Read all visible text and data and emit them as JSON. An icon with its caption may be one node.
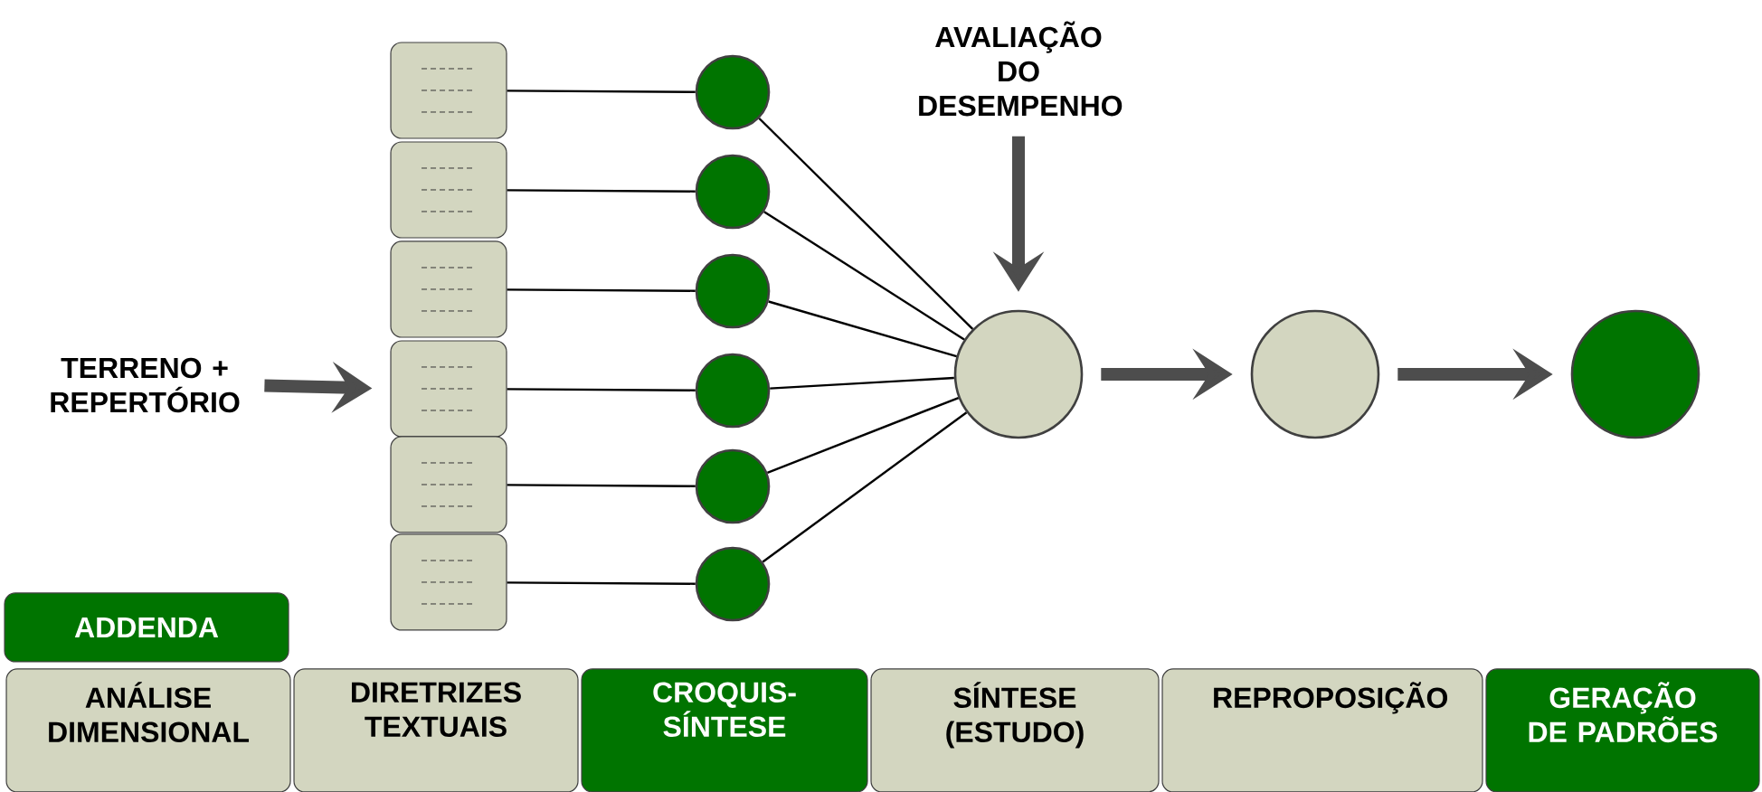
{
  "diagram": {
    "nodes": [
      {
        "text": [
          "TERRENO + REPERTÓRIO"
        ]
      },
      {
        "text": [],
        "shape": "box"
      },
      {
        "text": [],
        "shape": "box"
      },
      {
        "text": [],
        "shape": "box"
      },
      {
        "text": [],
        "shape": "box"
      },
      {
        "text": [],
        "shape": "box"
      },
      {
        "text": [],
        "shape": "box"
      },
      {
        "text": [],
        "shape": "circle"
      },
      {
        "text": [],
        "shape": "circle"
      },
      {
        "text": [],
        "shape": "circle"
      },
      {
        "text": [],
        "shape": "circle"
      },
      {
        "text": [],
        "shape": "circle"
      },
      {
        "text": [],
        "shape": "circle"
      },
      {
        "text": [],
        "shape": "circle"
      },
      {
        "text": [
          "AVALIAÇÃO DO DESEMPENHO"
        ]
      },
      {
        "text": [],
        "shape": "circle"
      },
      {
        "text": [],
        "shape": "circle"
      },
      {
        "text": [
          "ADDENDA"
        ]
      },
      {
        "text": [
          "ANÁLISE DIMENSIONAL"
        ]
      },
      {
        "text": [
          "DIRETRIZES TEXTUAIS"
        ]
      },
      {
        "text": [
          "CROQUIS-SÍNTESE"
        ]
      },
      {
        "text": [
          "SÍNTESE (ESTUDO)"
        ]
      },
      {
        "text": [
          "REPROPOSIÇÃO"
        ]
      },
      {
        "text": [
          "GERAÇÃO DE PADRÕES"
        ]
      }
    ],
    "edges": [
      {
        "from": 0,
        "to": 4,
        "arrow": "to",
        "style": "thick",
        "color": "#4d4d4d"
      },
      {
        "from": 1,
        "to": 7,
        "arrow": "none"
      },
      {
        "from": 2,
        "to": 8,
        "arrow": "none"
      },
      {
        "from": 3,
        "to": 9,
        "arrow": "none"
      },
      {
        "from": 4,
        "to": 10,
        "arrow": "none"
      },
      {
        "from": 5,
        "to": 11,
        "arrow": "none"
      },
      {
        "from": 6,
        "to": 12,
        "arrow": "none"
      },
      {
        "from": 7,
        "to": 13,
        "arrow": "none"
      },
      {
        "from": 8,
        "to": 13,
        "arrow": "none"
      },
      {
        "from": 9,
        "to": 13,
        "arrow": "none"
      },
      {
        "from": 10,
        "to": 13,
        "arrow": "none"
      },
      {
        "from": 11,
        "to": 13,
        "arrow": "none"
      },
      {
        "from": 12,
        "to": 13,
        "arrow": "none"
      },
      {
        "from": 14,
        "to": 13,
        "arrow": "to",
        "style": "thick",
        "color": "#4d4d4d"
      },
      {
        "from": 13,
        "to": 15,
        "arrow": "to",
        "style": "thick",
        "color": "#4d4d4d"
      },
      {
        "from": 15,
        "to": 16,
        "arrow": "to",
        "style": "thick",
        "color": "#4d4d4d"
      }
    ]
  }
}
